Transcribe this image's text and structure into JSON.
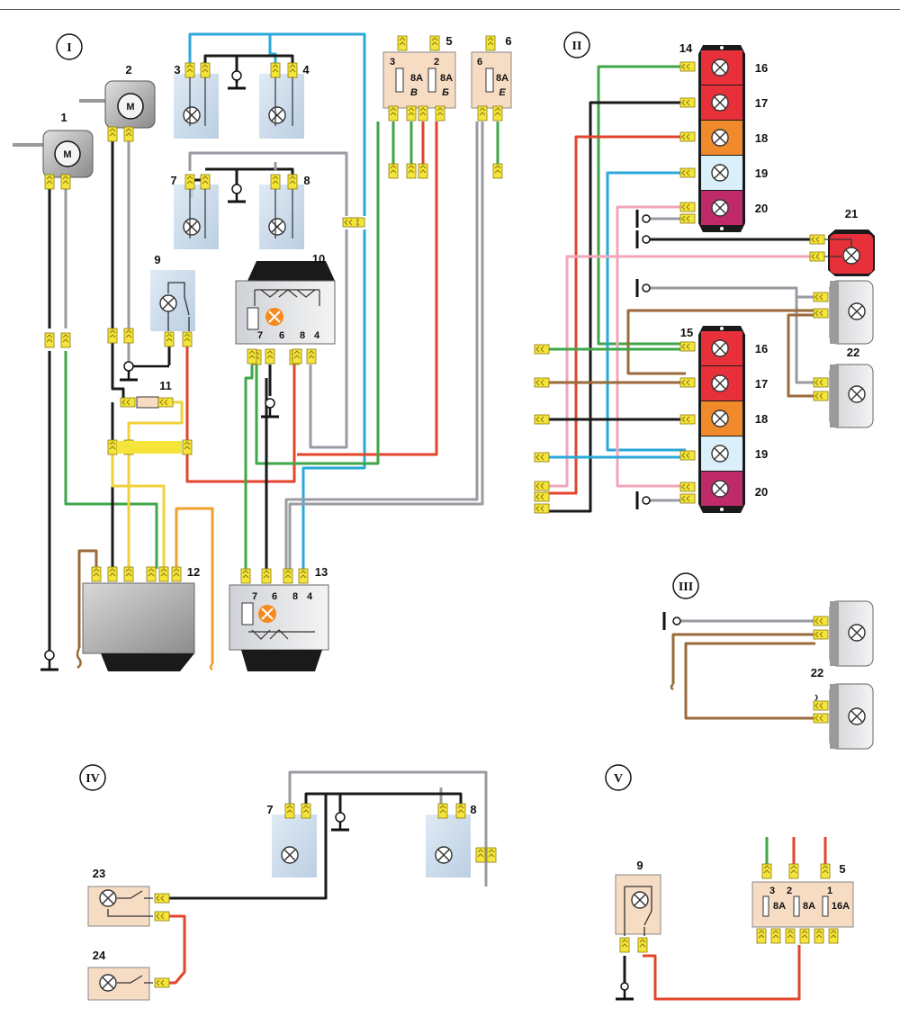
{
  "sections": [
    "I",
    "II",
    "III",
    "IV",
    "V"
  ],
  "labels": {
    "n1": "1",
    "n2": "2",
    "n3": "3",
    "n4": "4",
    "n5": "5",
    "n6": "6",
    "n7": "7",
    "n8": "8",
    "n9": "9",
    "n10": "10",
    "n11": "11",
    "n12": "12",
    "n13": "13",
    "n14": "14",
    "n15": "15",
    "n16": "16",
    "n17": "17",
    "n18": "18",
    "n19": "19",
    "n20": "20",
    "n21": "21",
    "n22": "22",
    "n23": "23",
    "n24": "24"
  },
  "motor_letter": "M",
  "fuses": {
    "box5": [
      {
        "pin": "3",
        "rating": "8A",
        "letter": "В"
      },
      {
        "pin": "2",
        "rating": "8A",
        "letter": "Б"
      }
    ],
    "box6": {
      "pin": "6",
      "rating": "8A",
      "letter": "Е"
    },
    "box5_v": [
      {
        "pin": "3",
        "rating": "8A"
      },
      {
        "pin": "2",
        "rating": "8A"
      },
      {
        "pin": "1",
        "rating": "16A"
      }
    ]
  },
  "relay_pins": [
    "7",
    "6",
    "8",
    "4"
  ],
  "colors": {
    "blue": "#2aa9d8",
    "black": "#1a1a1a",
    "grey": "#9a9aa2",
    "green": "#3fa64a",
    "red": "#e2452a",
    "yellow": "#f0d23a",
    "orange": "#f0a030",
    "brown": "#9a6a3a",
    "pink": "#f2a6b8",
    "lamp_panel": "#c9dcef",
    "fuse_box": "#f7dcc4",
    "connector": "#f5e43a",
    "tail_red": "#e8303a",
    "tail_orange": "#f08a2a",
    "tail_white": "#d9f0fa",
    "tail_magenta": "#c02a6a"
  }
}
